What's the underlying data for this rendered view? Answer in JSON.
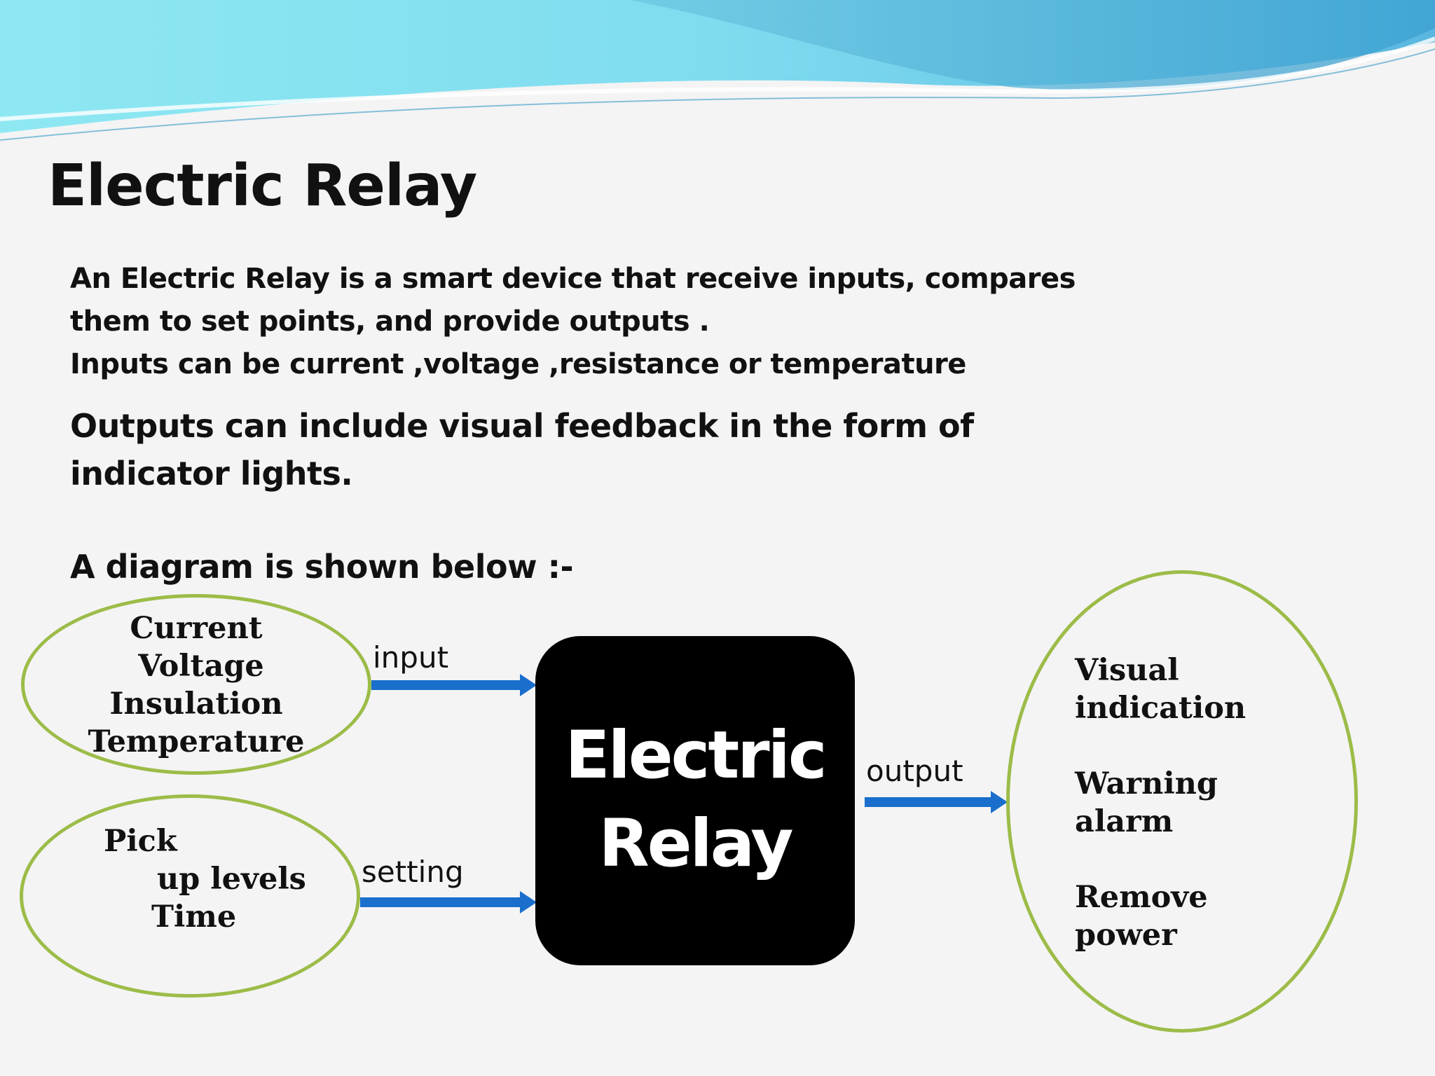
{
  "slide": {
    "title": "Electric Relay",
    "paragraph1": [
      "An Electric Relay is a smart device that receive inputs, compares",
      "them to set points, and provide outputs .",
      "Inputs can be  current ,voltage ,resistance or temperature"
    ],
    "paragraph2": [
      "Outputs  can include visual feedback in the form of",
      "indicator lights."
    ],
    "diagram_intro": "A diagram is shown below :-"
  },
  "diagram": {
    "inputs_ellipse": [
      "Current",
      "Voltage",
      "Insulation",
      "Temperature"
    ],
    "settings_ellipse": [
      "Pick",
      "up levels",
      "Time"
    ],
    "relay_box": [
      "Electric",
      "Relay"
    ],
    "outputs_ellipse": [
      "Visual",
      "indication",
      "Warning",
      "alarm",
      "Remove",
      "power"
    ],
    "labels": {
      "input": "input",
      "setting": "setting",
      "output": "output"
    },
    "colors": {
      "ellipse_border": "#9cbc48",
      "arrow": "#1a6fcc",
      "relay_box": "#000000"
    }
  }
}
